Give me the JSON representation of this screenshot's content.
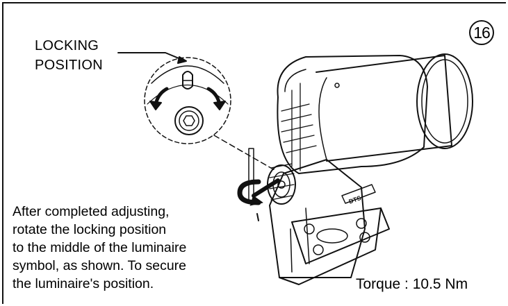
{
  "step": {
    "number": "16"
  },
  "callout": {
    "line1": "LOCKING",
    "line2": "POSITION"
  },
  "instructions": [
    "After completed adjusting,",
    "rotate the locking position",
    "to the middle of the luminaire",
    "symbol, as shown. To secure",
    "the luminaire's position."
  ],
  "torque": "Torque : 10.5 Nm",
  "brand_plate": "DTS",
  "colors": {
    "line": "#111111",
    "background": "#ffffff"
  }
}
